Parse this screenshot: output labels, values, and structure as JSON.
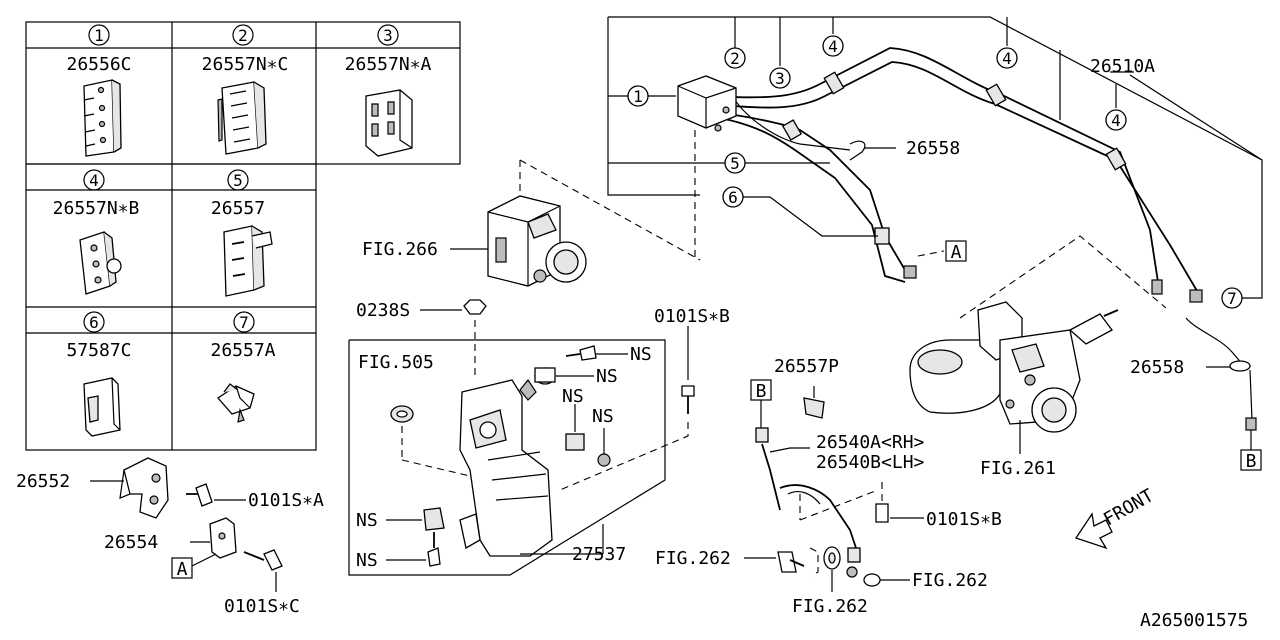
{
  "legend": {
    "cells": [
      {
        "num": "1",
        "part": "26556C"
      },
      {
        "num": "2",
        "part": "26557N∗C"
      },
      {
        "num": "3",
        "part": "26557N∗A"
      },
      {
        "num": "4",
        "part": "26557N∗B"
      },
      {
        "num": "5",
        "part": "26557"
      },
      {
        "num": "6",
        "part": "57587C"
      },
      {
        "num": "7",
        "part": "26557A"
      }
    ]
  },
  "callouts": {
    "c1": "1",
    "c2": "2",
    "c3": "3",
    "c4a": "4",
    "c4b": "4",
    "c4c": "4",
    "c5": "5",
    "c6": "6",
    "c7": "7"
  },
  "labels": {
    "p26510A": "26510A",
    "p26558_top": "26558",
    "fig266": "FIG.266",
    "p0238S": "0238S",
    "fig505": "FIG.505",
    "ns1": "NS",
    "ns2": "NS",
    "ns3": "NS",
    "ns4": "NS",
    "ns5": "NS",
    "ns6": "NS",
    "p0101SB_top": "0101S∗B",
    "p27537": "27537",
    "p26557P": "26557P",
    "p26540A": "26540A<RH>",
    "p26540B": "26540B<LH>",
    "p0101SB_bot": "0101S∗B",
    "fig262a": "FIG.262",
    "fig262b": "FIG.262",
    "fig262c": "FIG.262",
    "fig261": "FIG.261",
    "p26558_right": "26558",
    "p26552": "26552",
    "p0101SA": "0101S∗A",
    "p26554": "26554",
    "p0101SC": "0101S∗C",
    "box_a1": "A",
    "box_a2": "A",
    "box_b1": "B",
    "box_b2": "B",
    "front": "FRONT",
    "diagram_id": "A265001575"
  }
}
